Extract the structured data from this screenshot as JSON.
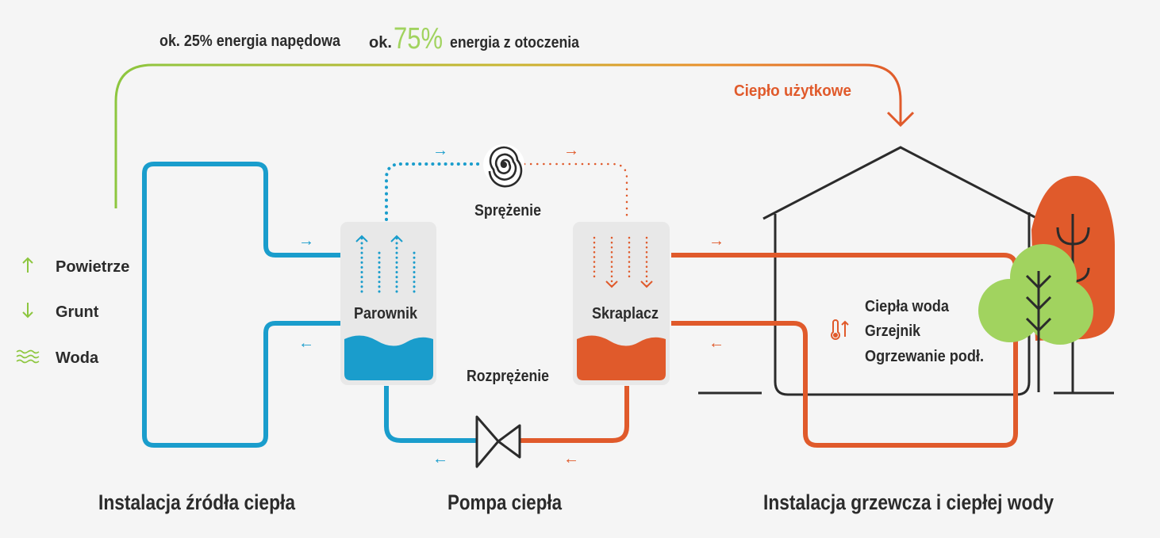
{
  "header": {
    "drive_energy": "ok. 25% energia napędowa",
    "ambient_prefix": "ok.",
    "ambient_percent": "75%",
    "ambient_label": "energia z otoczenia",
    "useful_heat": "Ciepło użytkowe"
  },
  "legend": [
    {
      "icon": "arrow-up-icon",
      "label": "Powietrze"
    },
    {
      "icon": "arrow-down-icon",
      "label": "Grunt"
    },
    {
      "icon": "waves-icon",
      "label": "Woda"
    }
  ],
  "pump": {
    "evaporator": "Parownik",
    "condenser": "Skraplacz",
    "compression": "Sprężenie",
    "expansion": "Rozprężenie"
  },
  "house": {
    "uses": [
      "Ciepła woda",
      "Grzejnik",
      "Ogrzewanie podł."
    ]
  },
  "sections": {
    "source": "Instalacja źródła ciepła",
    "pump": "Pompa ciepła",
    "heating": "Instalacja grzewcza i ciepłej wody"
  },
  "colors": {
    "blue": "#1a9dcc",
    "orange": "#e05a2b",
    "green": "#8dc63f",
    "light_green": "#a1d35f",
    "dark": "#2b2b2b",
    "background": "#f5f5f5"
  }
}
